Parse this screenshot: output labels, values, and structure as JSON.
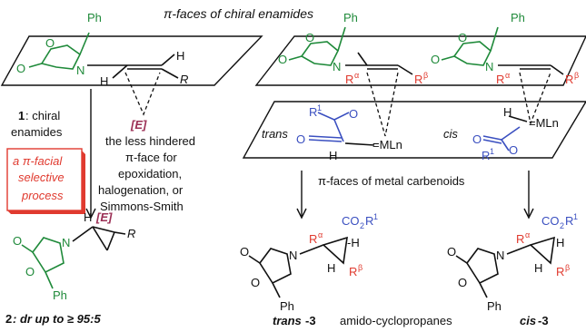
{
  "labels": {
    "title": "π-faces of chiral enamides",
    "metal_faces": "π-faces of metal carbenoids",
    "enamide_cmpd": "1",
    "enamide_text_1": ": chiral",
    "enamide_text_2": "enamides",
    "process_1": "a π-facial",
    "process_2": "selective",
    "process_3": "process",
    "hind_1": "the less hindered",
    "hind_2": "π-face for",
    "hind_3": "epoxidation,",
    "hind_4": "halogenation, or",
    "hind_5": "Simmons-Smith",
    "product_cmpd": "2",
    "product_dr": ": dr up to ≥ 95:5",
    "trans_name": "trans",
    "trans_num": "-3",
    "mid_label": "amido-cyclopropanes",
    "cis_name": "cis",
    "cis_num": "-3",
    "trans_plane": "trans",
    "cis_plane": "cis"
  },
  "atoms": {
    "Ph": "Ph",
    "N": "N",
    "O": "O",
    "H": "H",
    "R": "R",
    "E": "[E]",
    "Ra": "R",
    "a": "α",
    "b": "β",
    "R1": "R",
    "one": "1",
    "MLn": "=MLn",
    "CO2R": "CO",
    "two": "2",
    "minus_H": "-H"
  },
  "colors": {
    "oxazolidinone": "#1f8a3a",
    "substituents": "#e03a2f",
    "carbenoid": "#3a4fc0",
    "electrophile": "#9b2f55"
  }
}
